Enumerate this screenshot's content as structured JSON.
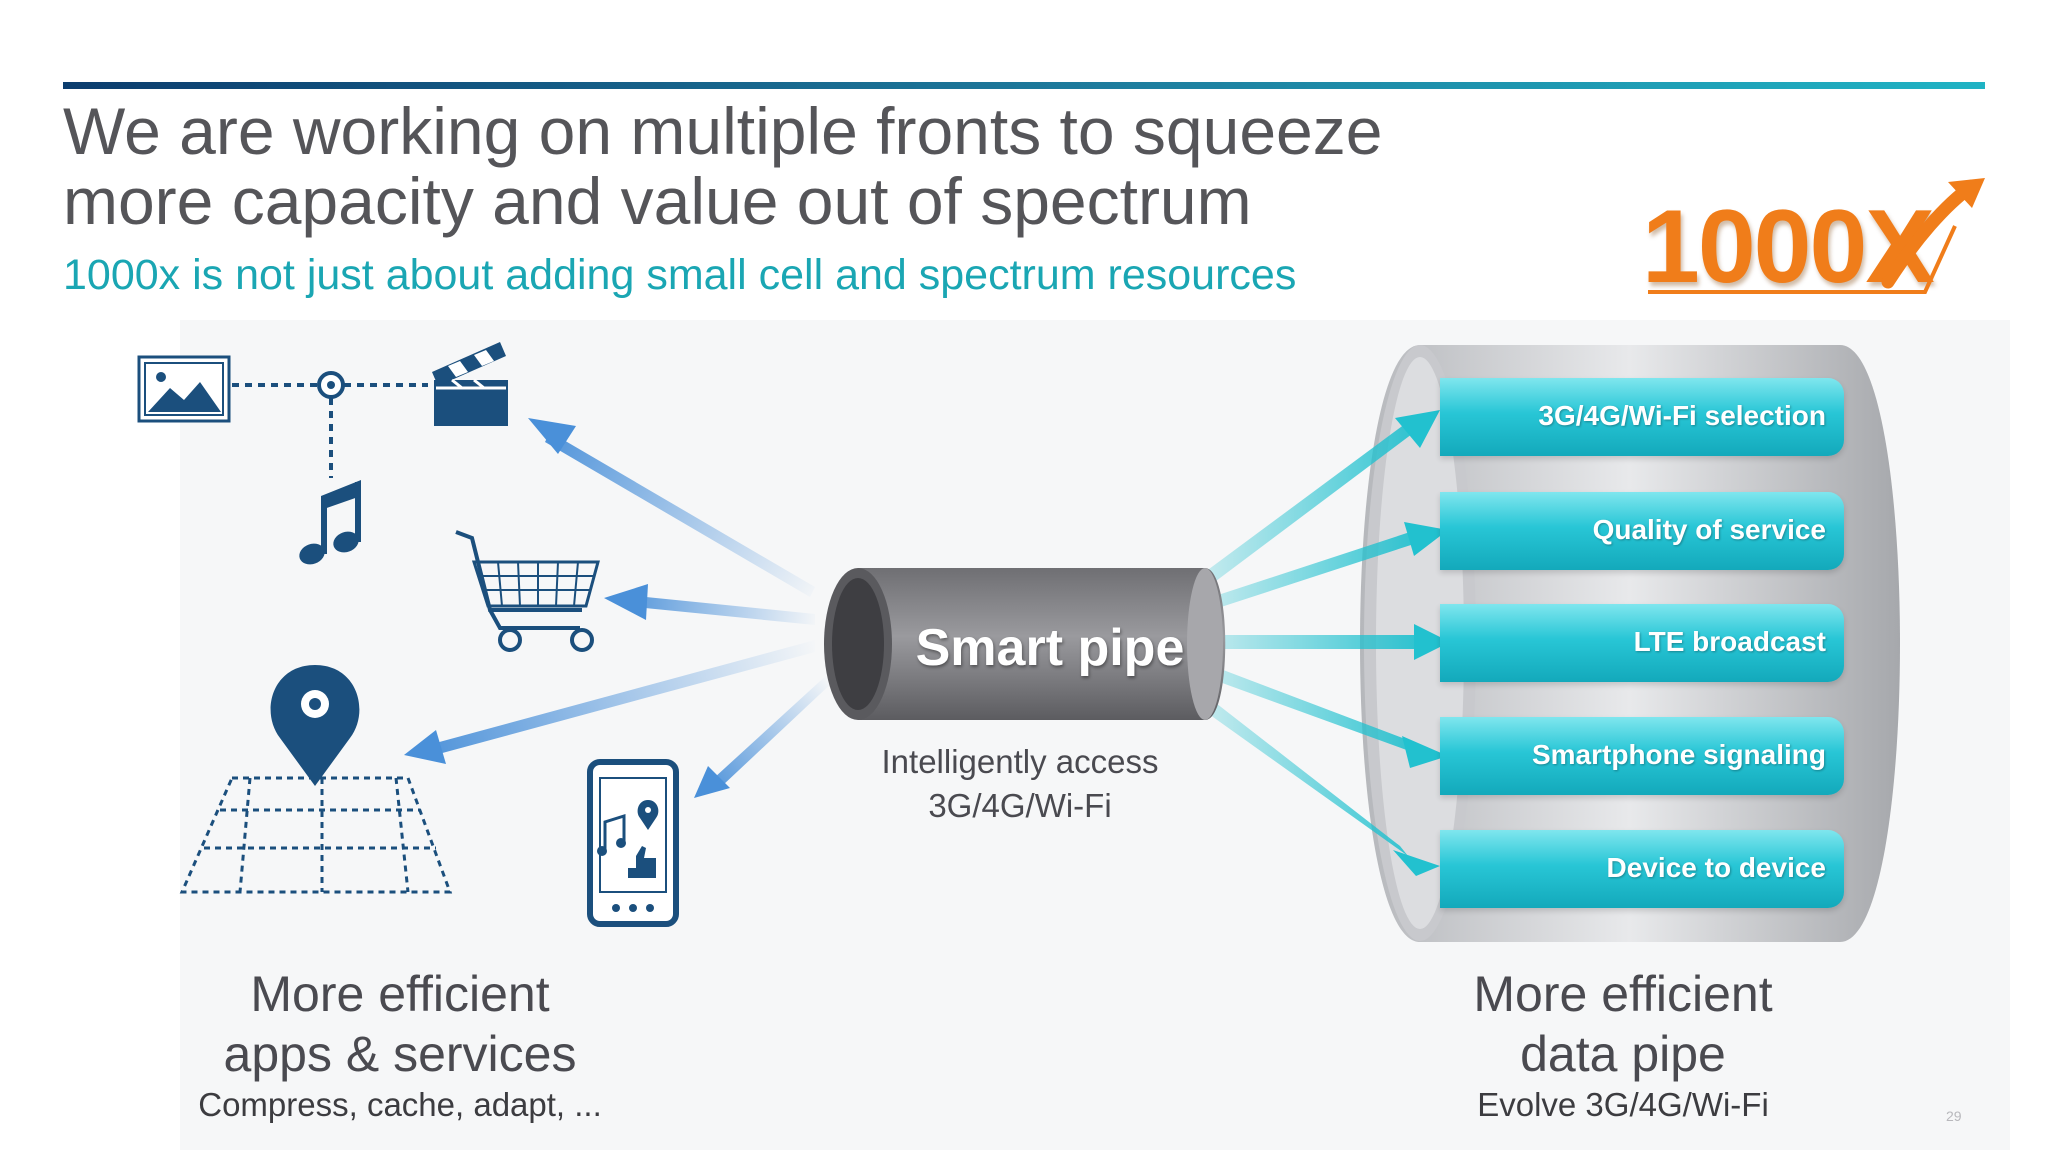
{
  "slide": {
    "title_line1": "We are working on multiple fronts to squeeze",
    "title_line2": "more capacity and value out of spectrum",
    "subtitle": "1000x is not just about adding small cell and spectrum resources",
    "logo": "1000X",
    "page_number": "29"
  },
  "center": {
    "pipe_label": "Smart pipe",
    "desc_line1": "Intelligently access",
    "desc_line2": "3G/4G/Wi-Fi"
  },
  "left": {
    "title_line1": "More efficient",
    "title_line2": "apps & services",
    "subtitle": "Compress, cache, adapt, ...",
    "icons": [
      "image-icon",
      "clapperboard-icon",
      "music-note-icon",
      "shopping-cart-icon",
      "map-pin-icon",
      "smartphone-icon"
    ]
  },
  "right": {
    "title_line1": "More efficient",
    "title_line2": "data pipe",
    "subtitle": "Evolve 3G/4G/Wi-Fi",
    "tubes": [
      "3G/4G/Wi-Fi selection",
      "Quality of service",
      "LTE broadcast",
      "Smartphone signaling",
      "Device to device"
    ]
  },
  "colors": {
    "title": "#555559",
    "accent_teal": "#1aa6b3",
    "navy": "#1b4f7d",
    "orange": "#f07d1a",
    "arrow_blue": "#4a90d9",
    "arrow_cyan": "#22c1cf"
  }
}
